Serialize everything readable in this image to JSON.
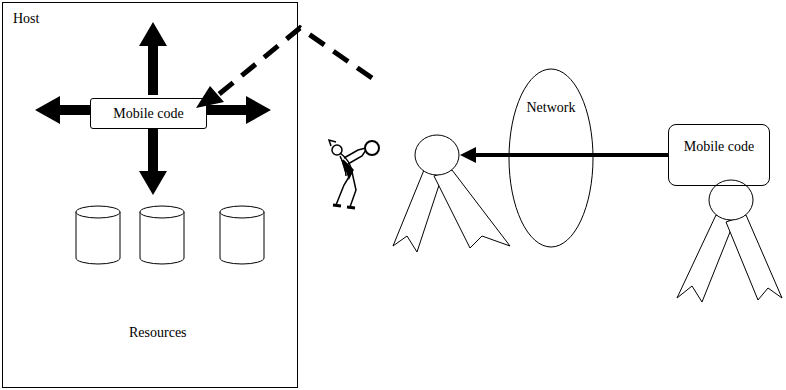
{
  "diagram": {
    "nodes": [
      {
        "text": [
          "Host"
        ]
      },
      {
        "text": [
          "Mobile code"
        ],
        "in": 0
      },
      {
        "text": [
          "Network"
        ]
      },
      {
        "text": [
          "Mobile code"
        ]
      }
    ],
    "labels": [
      "Resources"
    ]
  }
}
